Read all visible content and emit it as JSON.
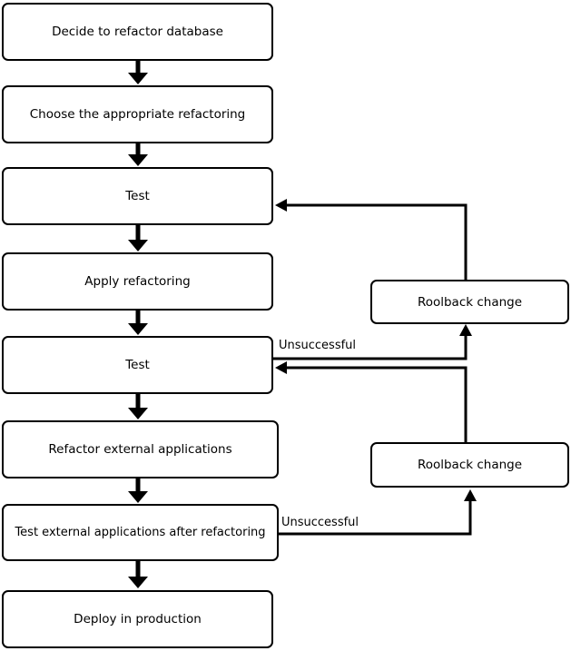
{
  "steps": [
    "Decide to refactor database",
    "Choose the appropriate refactoring",
    "Test",
    "Apply refactoring",
    "Test",
    "Refactor external applications",
    "Test external applications after refactoring",
    "Deploy in production"
  ],
  "rollback_1": "Roolback change",
  "rollback_2": "Roolback change",
  "unsuccessful_1": "Unsuccessful",
  "unsuccessful_2": "Unsuccessful"
}
